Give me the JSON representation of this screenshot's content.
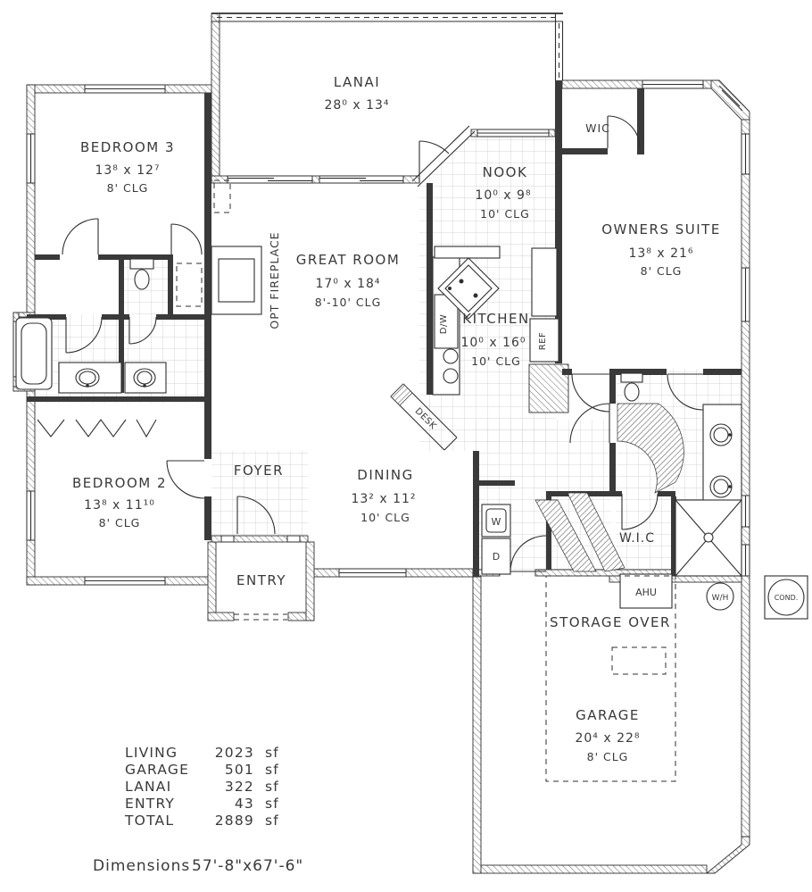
{
  "rooms": {
    "lanai": {
      "name": "LANAI",
      "dims": "28⁰ x 13⁴"
    },
    "bedroom3": {
      "name": "BEDROOM 3",
      "dims": "13⁸ x 12⁷",
      "clg": "8' CLG"
    },
    "nook": {
      "name": "NOOK",
      "dims": "10⁰ x 9⁸",
      "clg": "10' CLG"
    },
    "wic_owners": {
      "name": "WIC"
    },
    "owners_suite": {
      "name": "OWNERS SUITE",
      "dims": "13⁸ x 21⁶",
      "clg": "8' CLG"
    },
    "great_room": {
      "name": "GREAT ROOM",
      "dims": "17⁰ x 18⁴",
      "clg": "8'-10' CLG"
    },
    "kitchen": {
      "name": "KITCHEN",
      "dims": "10⁰ x 16⁰",
      "clg": "10' CLG"
    },
    "dining": {
      "name": "DINING",
      "dims": "13² x 11²",
      "clg": "10' CLG"
    },
    "bedroom2": {
      "name": "BEDROOM 2",
      "dims": "13⁸ x 11¹⁰",
      "clg": "8' CLG"
    },
    "foyer": {
      "name": "FOYER"
    },
    "entry": {
      "name": "ENTRY"
    },
    "wic_hall": {
      "name": "W.I.C"
    },
    "storage": {
      "name": "STORAGE OVER"
    },
    "garage": {
      "name": "GARAGE",
      "dims": "20⁴ x 22⁸",
      "clg": "8' CLG"
    }
  },
  "features": {
    "opt_fireplace": "OPT FIREPLACE",
    "dishwasher": "D/W",
    "refrigerator": "REF",
    "desk": "DESK",
    "washer": "W",
    "dryer": "D",
    "ahu": "AHU",
    "water_heater": "W/H",
    "condenser": "COND."
  },
  "area_table": {
    "rows": [
      {
        "label": "LIVING",
        "value": "2023",
        "unit": "sf"
      },
      {
        "label": "GARAGE",
        "value": "501",
        "unit": "sf"
      },
      {
        "label": "LANAI",
        "value": "322",
        "unit": "sf"
      },
      {
        "label": "ENTRY",
        "value": "43",
        "unit": "sf"
      },
      {
        "label": "TOTAL",
        "value": "2889",
        "unit": "sf"
      }
    ]
  },
  "footer": {
    "label": "Dimensions",
    "value": "57'-8\"x67'-6\""
  }
}
